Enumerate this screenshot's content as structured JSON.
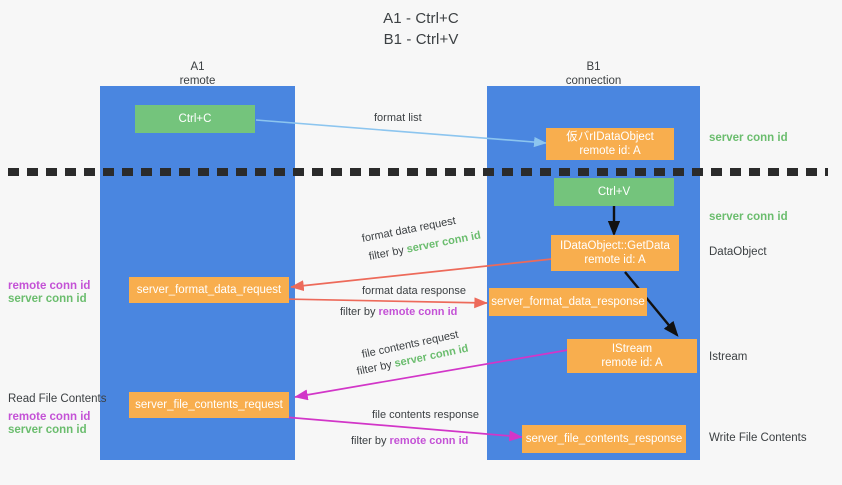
{
  "title": {
    "line1": "A1 - Ctrl+C",
    "line2": "B1 - Ctrl+V"
  },
  "columns": [
    {
      "name": "A1",
      "subtitle": "remote"
    },
    {
      "name": "B1",
      "subtitle": "connection"
    }
  ],
  "nodes": {
    "ctrl_c": {
      "label": "Ctrl+C"
    },
    "ctrl_v": {
      "label": "Ctrl+V"
    },
    "idataobject_top": {
      "line1": "仮バrIDataObject",
      "line2": "remote id: A"
    },
    "idataobject_getdata": {
      "line1": "IDataObject::GetData",
      "line2": "remote id: A"
    },
    "istream": {
      "line1": "IStream",
      "line2": "remote id: A"
    },
    "server_format_data_request": {
      "label": "server_format_data_request"
    },
    "server_format_data_response": {
      "label": "server_format_data_response"
    },
    "server_file_contents_request": {
      "label": "server_file_contents_request"
    },
    "server_file_contents_response": {
      "label": "server_file_contents_response"
    }
  },
  "right_labels": [
    {
      "text": "server conn id",
      "style": "green"
    },
    {
      "text": "server conn id",
      "style": "green"
    },
    {
      "text": "DataObject",
      "style": "plain"
    },
    {
      "text": "Istream",
      "style": "plain"
    },
    {
      "text": "Write File Contents",
      "style": "plain"
    }
  ],
  "left_labels": [
    {
      "text": "remote conn id",
      "style": "purple"
    },
    {
      "text": "server conn id",
      "style": "green"
    },
    {
      "text": "Read File Contents",
      "style": "plain"
    },
    {
      "text": "remote conn id",
      "style": "purple"
    },
    {
      "text": "server conn id",
      "style": "green"
    }
  ],
  "edge_labels": {
    "format_list": "format list",
    "format_data_request": "format data request",
    "format_data_request_filter_prefix": "filter by ",
    "format_data_request_filter_value": "server conn id",
    "format_data_response": "format data response",
    "format_data_response_filter_prefix": "filter by ",
    "format_data_response_filter_value": "remote conn id",
    "file_contents_request": "file contents request",
    "file_contents_request_filter_prefix": "filter by ",
    "file_contents_request_filter_value": "server conn id",
    "file_contents_response": "file contents response",
    "file_contents_response_filter_prefix": "filter by ",
    "file_contents_response_filter_value": "remote conn id"
  },
  "colors": {
    "lane": "#4a86e0",
    "green_node": "#74c47c",
    "orange_node": "#f8ae4e",
    "green_text": "#6bbd6e",
    "purple_text": "#c452d6",
    "arrow_blue": "#8cc5ef",
    "arrow_red": "#ed6a5a",
    "arrow_magenta": "#d236c8",
    "arrow_black": "#111111",
    "background": "#f7f7f7"
  }
}
